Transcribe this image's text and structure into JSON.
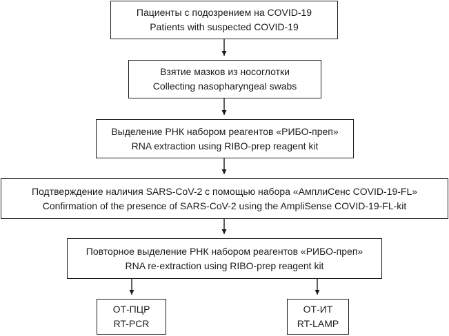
{
  "diagram": {
    "steps": [
      {
        "ru": "Пациенты с подозрением на COVID-19",
        "en": "Patients with suspected COVID-19"
      },
      {
        "ru": "Взятие мазков из носоглотки",
        "en": "Collecting nasopharyngeal swabs"
      },
      {
        "ru": "Выделение РНК набором реагентов «РИБО-преп»",
        "en": "RNA extraction using RIBO-prep reagent kit"
      },
      {
        "ru": "Подтверждение наличия SARS-CoV-2 с помощью набора «АмплиСенс COVID-19-FL»",
        "en": "Confirmation of the presence of SARS-CoV-2 using the AmpliSense COVID-19-FL-kit"
      },
      {
        "ru": "Повторное выделение РНК набором реагентов «РИБО-преп»",
        "en": "RNA re-extraction using RIBO-prep reagent kit"
      }
    ],
    "branches": [
      {
        "ru": "ОТ-ПЦР",
        "en": "RT-PCR"
      },
      {
        "ru": "ОТ-ИТ",
        "en": "RT-LAMP"
      }
    ]
  }
}
